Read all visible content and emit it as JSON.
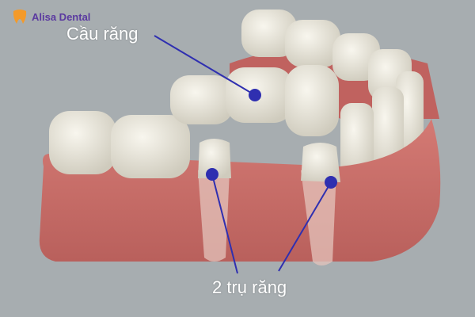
{
  "logo": {
    "brand": "Alisa Dental",
    "icon": "tooth-icon",
    "color": "#5b3aa0",
    "icon_color": "#f39a2a"
  },
  "labels": {
    "bridge": "Cầu răng",
    "abutments": "2 trụ răng"
  },
  "colors": {
    "background": "#a7adb0",
    "gum": "#c96a66",
    "tooth": "#ece9df",
    "pointer": "#2f2fb0"
  }
}
